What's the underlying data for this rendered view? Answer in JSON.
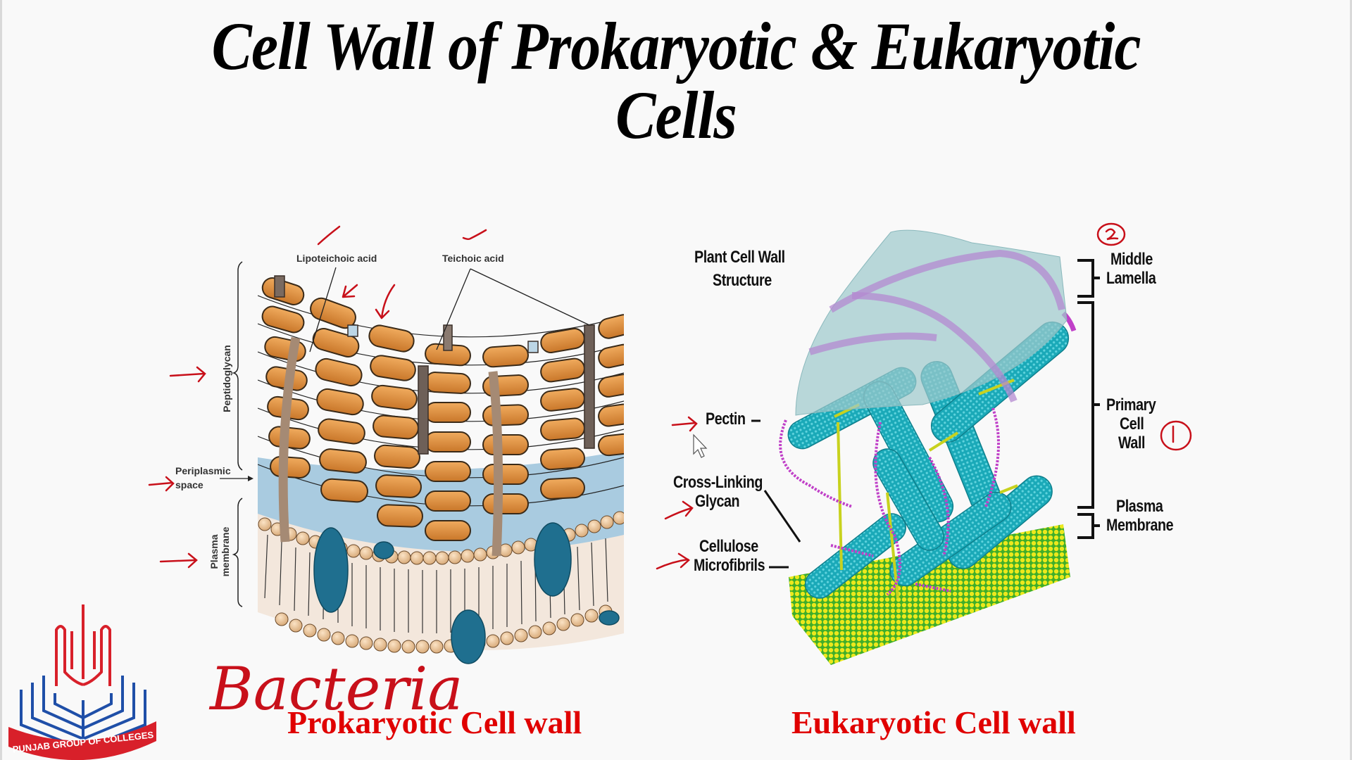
{
  "slide": {
    "title_line1": "Cell Wall of Prokaryotic & Eukaryotic",
    "title_line2": "Cells"
  },
  "prokaryotic": {
    "caption": "Prokaryotic Cell wall",
    "handwritten_note": "Bacteria",
    "labels": {
      "lipoteichoic_acid": "Lipoteichoic acid",
      "teichoic_acid": "Teichoic acid",
      "peptidoglycan": "Peptidoglycan",
      "periplasmic_line1": "Periplasmic",
      "periplasmic_line2": "space",
      "plasma_line1": "Plasma",
      "plasma_line2": "membrane"
    }
  },
  "eukaryotic": {
    "caption": "Eukaryotic Cell wall",
    "diagram_title_line1": "Plant Cell Wall",
    "diagram_title_line2": "Structure",
    "labels": {
      "pectin": "Pectin",
      "cross_linking_line1": "Cross-Linking",
      "cross_linking_line2": "Glycan",
      "cellulose_line1": "Cellulose",
      "cellulose_line2": "Microfibrils",
      "middle_lamella_line1": "Middle",
      "middle_lamella_line2": "Lamella",
      "primary_wall_line1": "Primary",
      "primary_wall_line2": "Cell",
      "primary_wall_line3": "Wall",
      "plasma_membrane_line1": "Plasma",
      "plasma_membrane_line2": "Membrane"
    },
    "annotations": {
      "circle_1": "1",
      "circle_2": "2"
    }
  },
  "logo": {
    "text": "PUNJAB GROUP OF COLLEGES"
  },
  "colors": {
    "annotation_red": "#c8101a",
    "caption_red": "#e00000",
    "peptidoglycan_orange": "#d98a3a",
    "periplasm_blue": "#a9cbe0",
    "protein_teal": "#1f6f8f",
    "cellulose_cyan": "#1aa9b8",
    "pectin_magenta": "#c040c8",
    "membrane_yellow": "#e6e020"
  }
}
